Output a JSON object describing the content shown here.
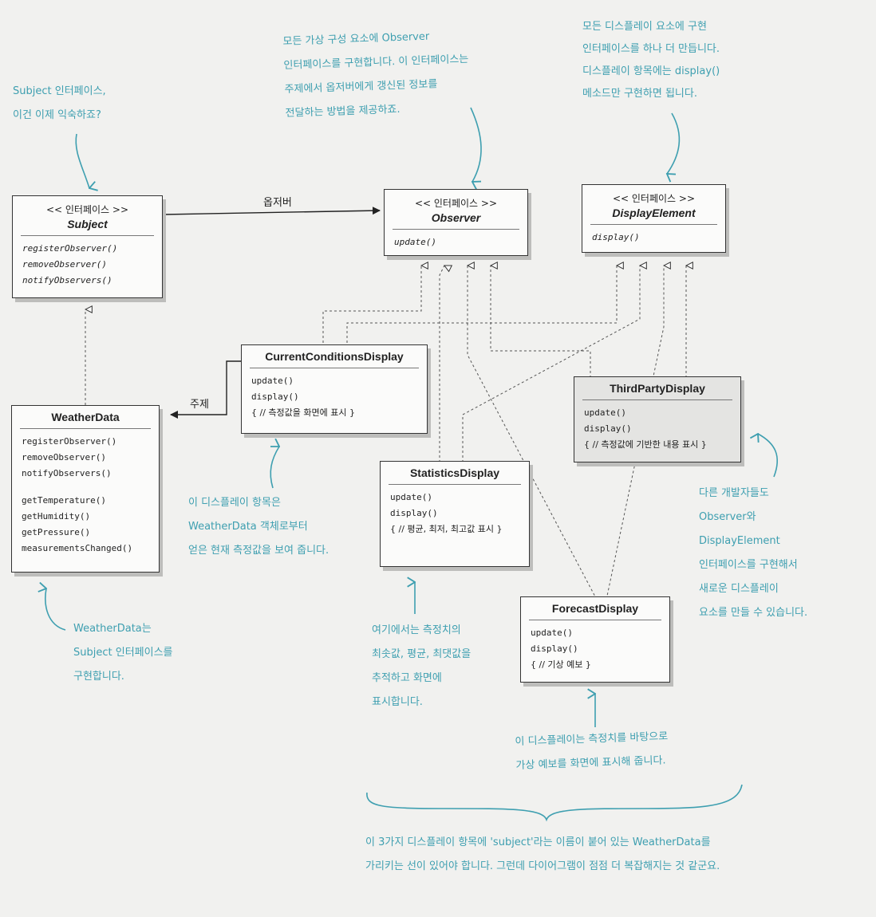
{
  "edges": {
    "observer_label": "옵저버",
    "subject_label": "주제"
  },
  "classes": {
    "subject": {
      "stereotype": "<< 인터페이스 >>",
      "name": "Subject",
      "methods": [
        "registerObserver()",
        "removeObserver()",
        "notifyObservers()"
      ]
    },
    "observer": {
      "stereotype": "<< 인터페이스 >>",
      "name": "Observer",
      "methods": [
        "update()"
      ]
    },
    "display_element": {
      "stereotype": "<< 인터페이스 >>",
      "name": "DisplayElement",
      "methods": [
        "display()"
      ]
    },
    "weather_data": {
      "name": "WeatherData",
      "methods": [
        "registerObserver()",
        "removeObserver()",
        "notifyObservers()"
      ],
      "methods2": [
        "getTemperature()",
        "getHumidity()",
        "getPressure()",
        "measurementsChanged()"
      ]
    },
    "current_conditions": {
      "name": "CurrentConditionsDisplay",
      "methods": [
        "update()",
        "display()",
        "{ // 측정값을 화면에 표시 }"
      ]
    },
    "statistics": {
      "name": "StatisticsDisplay",
      "methods": [
        "update()",
        "display()",
        "{ // 평균, 최저, 최고값 표시 }"
      ]
    },
    "third_party": {
      "name": "ThirdPartyDisplay",
      "methods": [
        "update()",
        "display()",
        "{ // 측정값에 기반한 내용 표시 }"
      ]
    },
    "forecast": {
      "name": "ForecastDisplay",
      "methods": [
        "update()",
        "display()",
        "{ // 기상 예보 }"
      ]
    }
  },
  "notes": {
    "subject_note": "Subject 인터페이스,\n이건 이제 익숙하죠?",
    "observer_note": "모든 가상 구성 요소에 Observer\n인터페이스를 구현합니다. 이 인터페이스는\n주제에서 옵저버에게 갱신된 정보를\n전달하는 방법을 제공하죠.",
    "display_note": "모든 디스플레이 요소에 구현\n인터페이스를 하나 더 만듭니다.\n디스플레이 항목에는 display()\n메소드만 구현하면 됩니다.",
    "current_note": "이 디스플레이 항목은\nWeatherData 객체로부터\n얻은 현재 측정값을 보여 줍니다.",
    "weather_note": "WeatherData는\nSubject 인터페이스를\n구현합니다.",
    "stats_note": "여기에서는 측정치의\n최솟값, 평균, 최댓값을\n추적하고 화면에\n표시합니다.",
    "third_note": "다른 개발자들도\nObserver와\nDisplayElement\n인터페이스를 구현해서\n새로운 디스플레이\n요소를 만들 수 있습니다.",
    "forecast_note": "이 디스플레이는 측정치를 바탕으로\n가상 예보를 화면에 표시해 줍니다.",
    "bottom_note": "이 3가지 디스플레이 항목에 'subject'라는 이름이 붙어 있는 WeatherData를\n가리키는 선이 있어야 합니다. 그런데 다이어그램이 점점 더 복잡해지는 것 같군요."
  },
  "colors": {
    "annotation": "#3e9fb0",
    "box_border": "#333333",
    "shadow": "#bdbdbb"
  }
}
